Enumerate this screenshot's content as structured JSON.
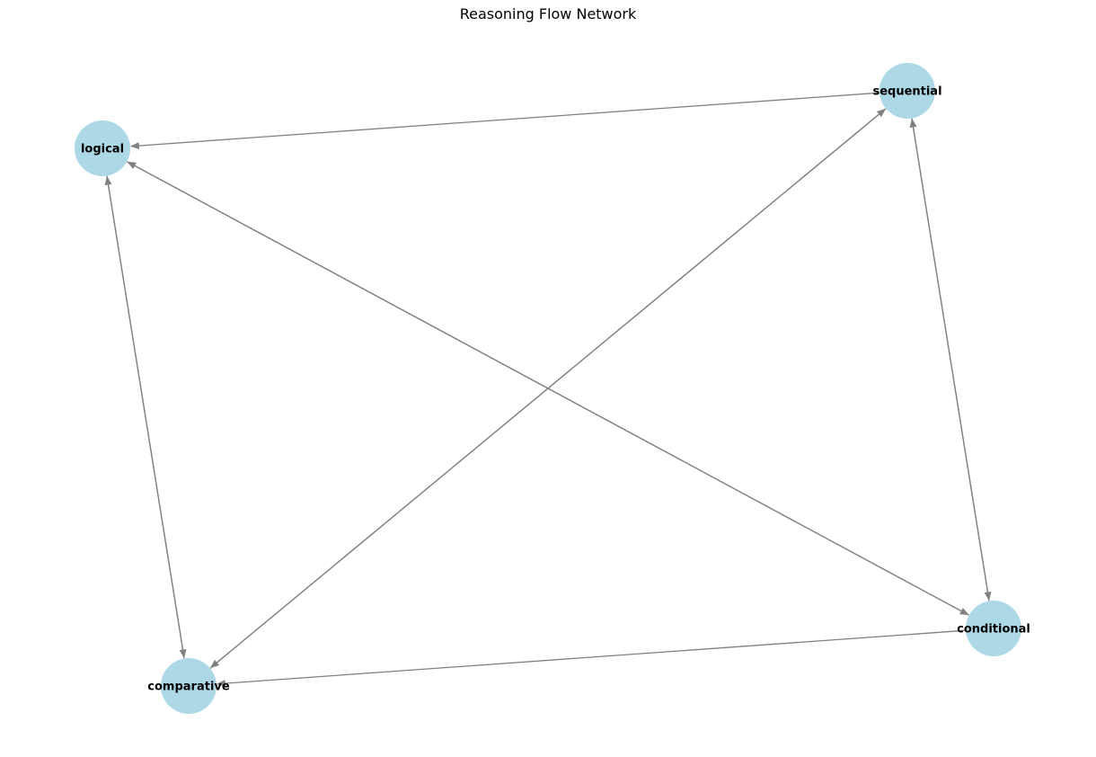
{
  "title": "Reasoning Flow Network",
  "style": {
    "node_color": "#add8e6",
    "edge_color": "#808080",
    "label_color": "#000000"
  },
  "nodes": [
    {
      "id": "logical",
      "label": "logical"
    },
    {
      "id": "sequential",
      "label": "sequential"
    },
    {
      "id": "comparative",
      "label": "comparative"
    },
    {
      "id": "conditional",
      "label": "conditional"
    }
  ],
  "edges": [
    {
      "from": "sequential",
      "to": "logical"
    },
    {
      "from": "logical",
      "to": "conditional"
    },
    {
      "from": "conditional",
      "to": "logical"
    },
    {
      "from": "logical",
      "to": "comparative"
    },
    {
      "from": "comparative",
      "to": "logical"
    },
    {
      "from": "comparative",
      "to": "sequential"
    },
    {
      "from": "sequential",
      "to": "comparative"
    },
    {
      "from": "sequential",
      "to": "conditional"
    },
    {
      "from": "conditional",
      "to": "sequential"
    },
    {
      "from": "conditional",
      "to": "comparative"
    }
  ]
}
